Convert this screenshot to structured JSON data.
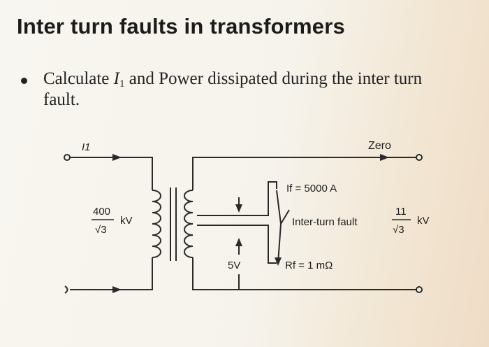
{
  "slide": {
    "title": "Inter turn faults in transformers",
    "bullet": {
      "prefix": "Calculate ",
      "var": "I",
      "sub": "1",
      "suffix": " and Power dissipated during the inter turn fault."
    }
  },
  "circuit": {
    "input_current_label": "I1",
    "output_current_label": "Zero",
    "primary_voltage": {
      "numerator": "400",
      "denominator": "√3",
      "unit": "kV"
    },
    "secondary_voltage": {
      "numerator": "11",
      "denominator": "√3",
      "unit": "kV"
    },
    "fault_current": "If = 5000 A",
    "fault_label": "Inter-turn fault",
    "fault_resistance": "Rf = 1 mΩ",
    "fault_voltage": "5V"
  }
}
